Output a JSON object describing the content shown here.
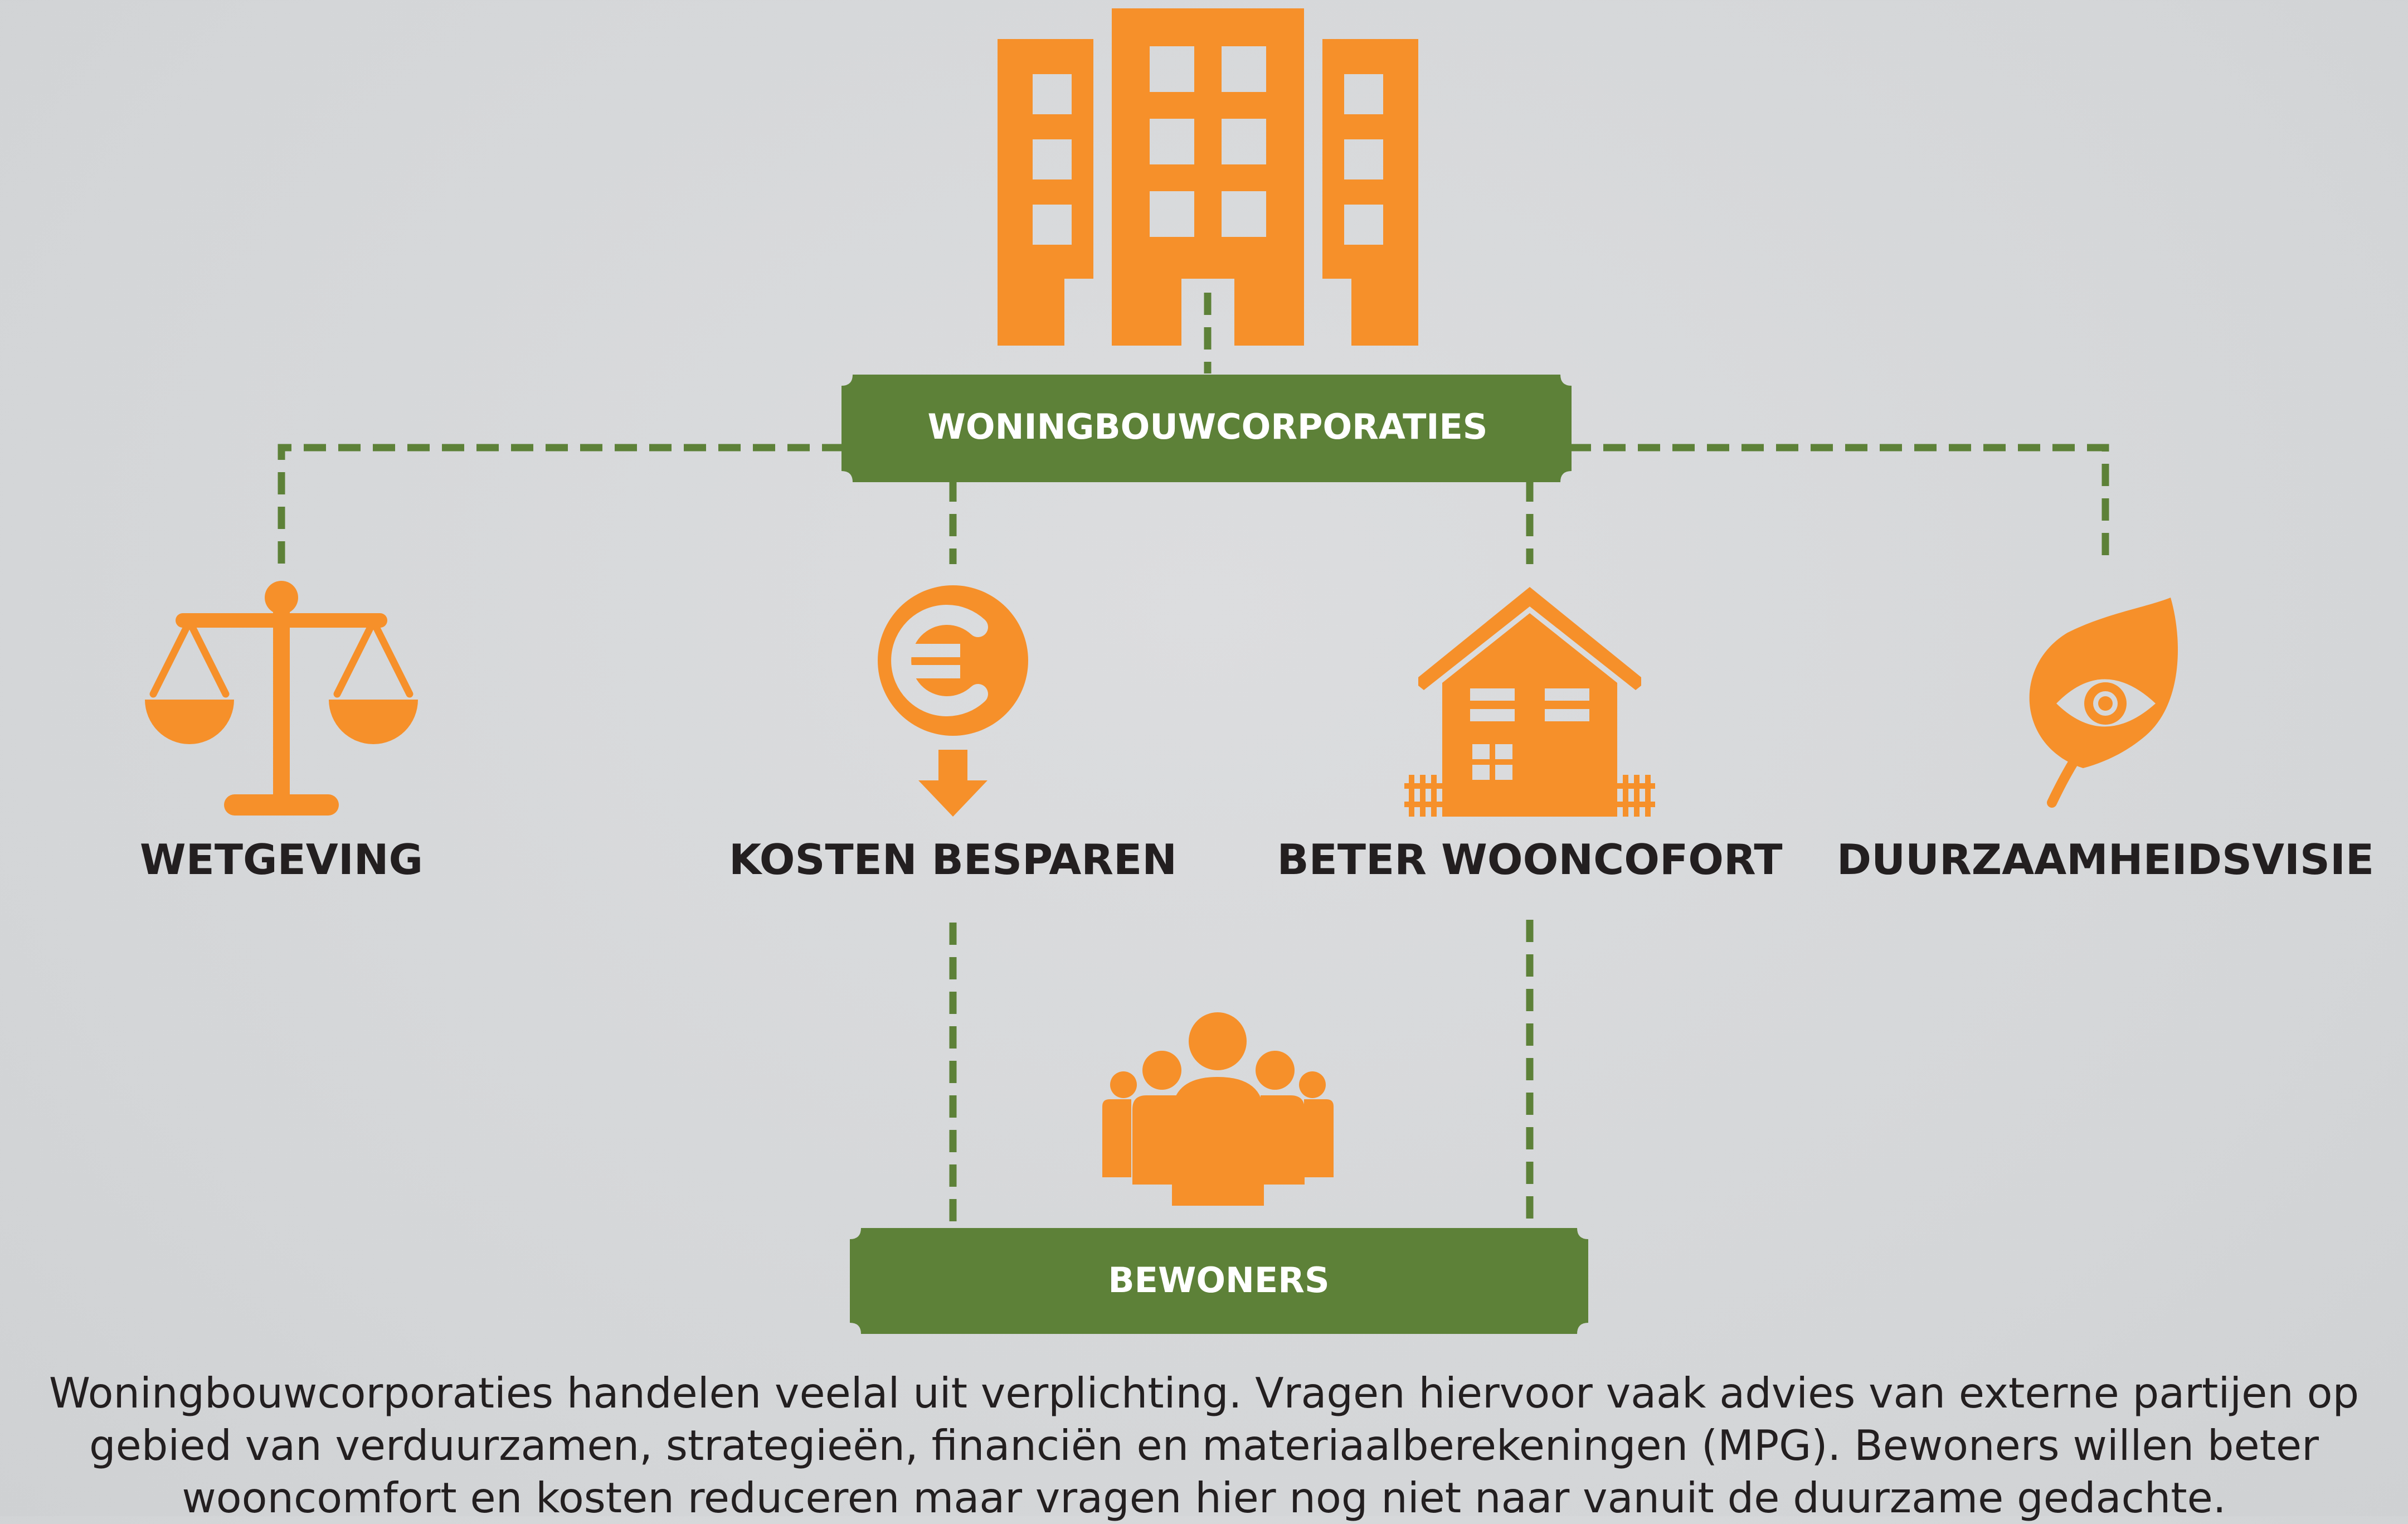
{
  "colors": {
    "icon_orange": "#f6902a",
    "banner_green": "#5d8138",
    "connector_green": "#5d8138",
    "label_dark": "#231f20",
    "background": "#d6d8da"
  },
  "top_node": {
    "label": "WONINGBOUWCORPORATIES",
    "icon": "office-building-icon"
  },
  "categories": [
    {
      "label": "WETGEVING",
      "icon": "scales-icon"
    },
    {
      "label": "KOSTEN BESPAREN",
      "icon": "euro-down-icon"
    },
    {
      "label": "BETER WOONCOFORT",
      "icon": "house-icon"
    },
    {
      "label": "DUURZAAMHEIDSVISIE",
      "icon": "leaf-eye-icon"
    }
  ],
  "bottom_node": {
    "label": "BEWONERS",
    "icon": "people-group-icon"
  },
  "description": "Woningbouwcorporaties handelen veelal uit verplichting. Vragen hiervoor vaak advies van externe partijen op gebied van verduurzamen, strategieën, financiën en materiaalberekeningen (MPG). Bewoners willen beter wooncomfort en kosten reduceren maar vragen hier nog niet naar vanuit de duurzame gedachte."
}
